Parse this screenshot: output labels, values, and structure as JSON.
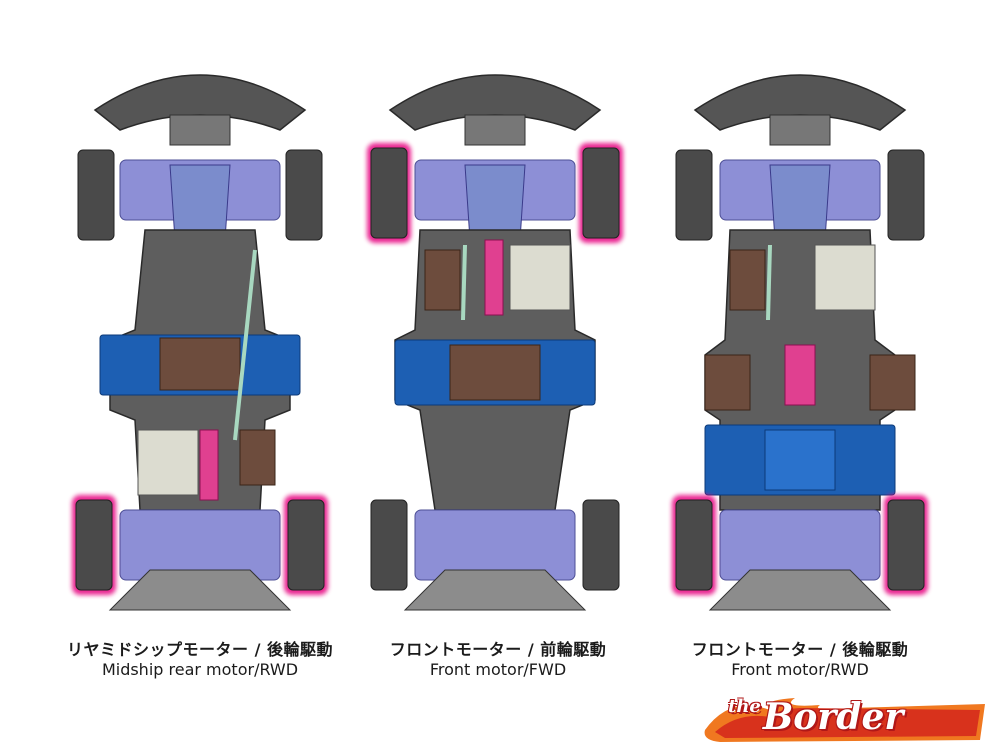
{
  "colors": {
    "tire": "#4a4a4a",
    "tire_glow": "#e6007e",
    "wing": "#555555",
    "chassis_dark": "#5e5e5e",
    "chassis_light": "#8c8c8c",
    "arm_purple": "#8d8fd6",
    "battery_blue": "#1d5fb3",
    "motor_grey": "#dcdcd0",
    "esc_brown": "#6d4c3d",
    "link_green": "#a8d8c0",
    "drive_pink": "#e04090",
    "logo_orange": "#f07820"
  },
  "layouts": [
    {
      "id": "midship",
      "title_jp": "リヤミドシップモーター / 後輪駆動",
      "title_en": "Midship rear motor/RWD",
      "highlight": "rear",
      "battery_position": "middle",
      "motor_position": "rear"
    },
    {
      "id": "front-fwd",
      "title_jp": "フロントモーター / 前輪駆動",
      "title_en": "Front motor/FWD",
      "highlight": "front",
      "battery_position": "middle",
      "motor_position": "front"
    },
    {
      "id": "front-rwd",
      "title_jp": "フロントモーター / 後輪駆動",
      "title_en": "Front motor/RWD",
      "highlight": "rear",
      "battery_position": "rear",
      "motor_position": "front"
    }
  ],
  "logo": {
    "small": "the",
    "main": "Border"
  }
}
